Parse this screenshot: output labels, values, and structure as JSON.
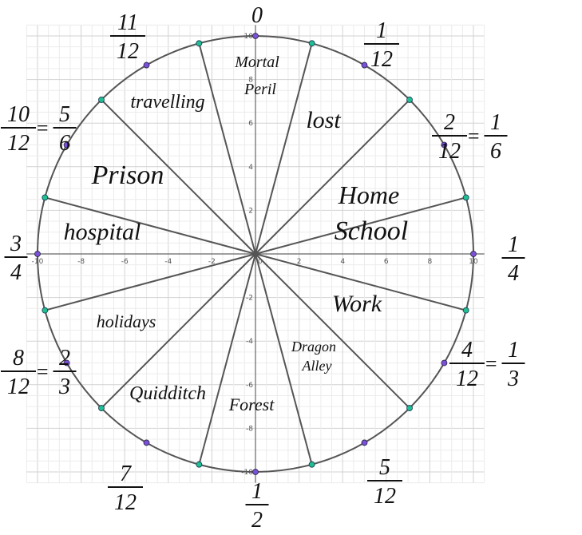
{
  "axes": {
    "x_ticks": [
      "-10",
      "-8",
      "-6",
      "-4",
      "-2",
      "0",
      "2",
      "4",
      "6",
      "8",
      "10"
    ],
    "y_ticks": [
      "10",
      "8",
      "6",
      "4",
      "2",
      "-2",
      "-4",
      "-6",
      "-8",
      "-10"
    ],
    "range": [
      -10,
      10
    ],
    "grid": true
  },
  "colors": {
    "circle": "#555555",
    "spokes": "#555555",
    "boundary_points": "#1fbf8f",
    "label_points": "#7b4fd6"
  },
  "sectors": [
    "Mortal Peril",
    "lost",
    "Home",
    "School",
    "Work",
    "Dragon Alley",
    "Forest",
    "Quidditch",
    "holidays",
    "hospital",
    "Prison",
    "travelling"
  ],
  "fractions": [
    {
      "text": "0"
    },
    {
      "num": "1",
      "den": "12"
    },
    {
      "num": "2",
      "den": "12",
      "eq_num": "1",
      "eq_den": "6"
    },
    {
      "num": "1",
      "den": "4"
    },
    {
      "num": "4",
      "den": "12",
      "eq_num": "1",
      "eq_den": "3"
    },
    {
      "num": "5",
      "den": "12"
    },
    {
      "num": "1",
      "den": "2"
    },
    {
      "num": "7",
      "den": "12"
    },
    {
      "num": "8",
      "den": "12",
      "eq_num": "2",
      "eq_den": "3"
    },
    {
      "num": "3",
      "den": "4"
    },
    {
      "num": "10",
      "den": "12",
      "eq_num": "5",
      "eq_den": "6"
    },
    {
      "num": "11",
      "den": "12"
    }
  ]
}
